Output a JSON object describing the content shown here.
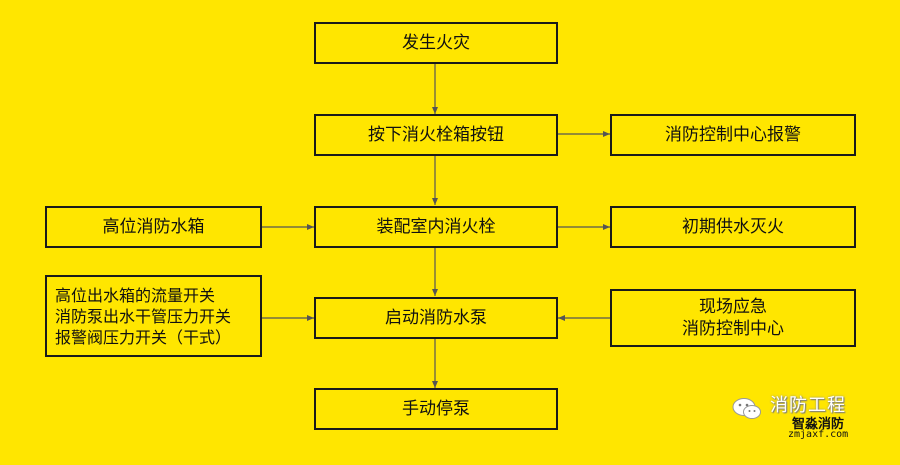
{
  "nodes": {
    "fire": "发生火灾",
    "press_button": "按下消火栓箱按钮",
    "control_center_alarm": "消防控制中心报警",
    "high_tank": "高位消防水箱",
    "indoor_hydrant": "装配室内消火栓",
    "initial_supply": "初期供水灭火",
    "switches": [
      "高位出水箱的流量开关",
      "消防泵出水干管压力开关",
      "报警阀压力开关（干式）"
    ],
    "start_pump": "启动消防水泵",
    "onsite": [
      "现场应急",
      "消防控制中心"
    ],
    "stop_pump": "手动停泵"
  },
  "watermark": {
    "brand": "消防工程",
    "name": "智淼消防",
    "url": "zmjaxf.com"
  },
  "colors": {
    "background": "#FFE600",
    "border": "#1a1a1a",
    "arrow": "#555555"
  }
}
